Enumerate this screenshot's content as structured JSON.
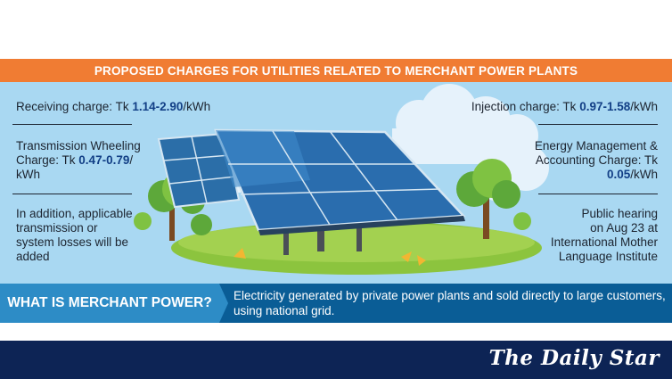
{
  "banner": {
    "title": "PROPOSED CHARGES FOR UTILITIES RELATED TO MERCHANT POWER PLANTS"
  },
  "left": {
    "receiving": {
      "label": "Receiving charge: Tk ",
      "value": "1.14-2.90",
      "unit": "/kWh"
    },
    "transmission": {
      "line1": "Transmission Wheeling",
      "line2": "Charge: Tk ",
      "value": "0.47-0.79",
      "line2_end": "/",
      "line3": "kWh"
    },
    "losses": {
      "line1": "In addition, applicable",
      "line2": "transmission or",
      "line3": "system losses will be",
      "line4": "added"
    }
  },
  "right": {
    "injection": {
      "label": "Injection charge: Tk ",
      "value": "0.97-1.58",
      "unit": "/kWh"
    },
    "energy": {
      "line1": "Energy Management &",
      "line2": "Accounting Charge: Tk",
      "value": "0.05",
      "unit": "/kWh"
    },
    "hearing": {
      "line1": "Public hearing",
      "line2": "on Aug 23 at",
      "line3": "International Mother",
      "line4": "Language Institute"
    }
  },
  "strip": {
    "title": "WHAT IS MERCHANT POWER?",
    "text": "Electricity generated by private power plants and sold directly to large customers, using national grid."
  },
  "footer": {
    "logo": "The Daily Star"
  },
  "colors": {
    "banner": "#f07c33",
    "sky": "#a9d8f2",
    "accent": "#123f86",
    "strip_dark": "#0a5d96",
    "strip_light": "#2d8cc6",
    "footer": "#0d2455"
  }
}
